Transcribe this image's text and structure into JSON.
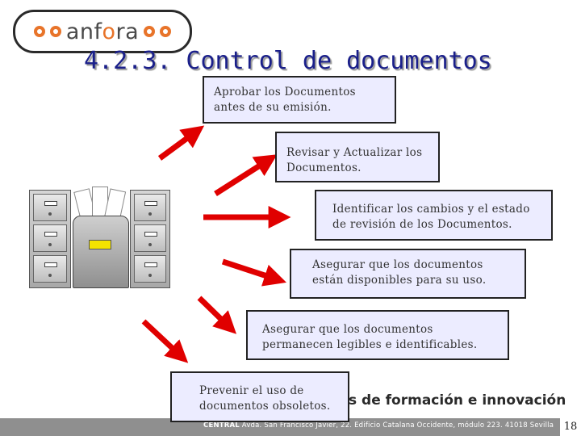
{
  "logo": {
    "text_pre": "anf",
    "text_o": "o",
    "text_post": "ra"
  },
  "title": "4.2.3. Control de documentos",
  "steps": [
    "Aprobar los Documentos antes de su emisión.",
    "Revisar y Actualizar los Documentos.",
    "Identificar los cambios y el estado de revisión de los Documentos.",
    "Asegurar que los documentos están disponibles para su uso.",
    "Asegurar que los documentos permanecen legibles e identificables.",
    "Prevenir el uso de documentos obsoletos."
  ],
  "footer": {
    "tagline": "s de formación e innovación",
    "address_bold": "CENTRAL",
    "address": " Avda. San Francisco Javier, 22. Edificio Catalana Occidente, módulo 223. 41018 Sevilla",
    "page": "18"
  },
  "colors": {
    "title": "#1a1f8a",
    "box_bg": "#ececff",
    "arrow": "#e00000",
    "logo_accent": "#e8742a"
  }
}
